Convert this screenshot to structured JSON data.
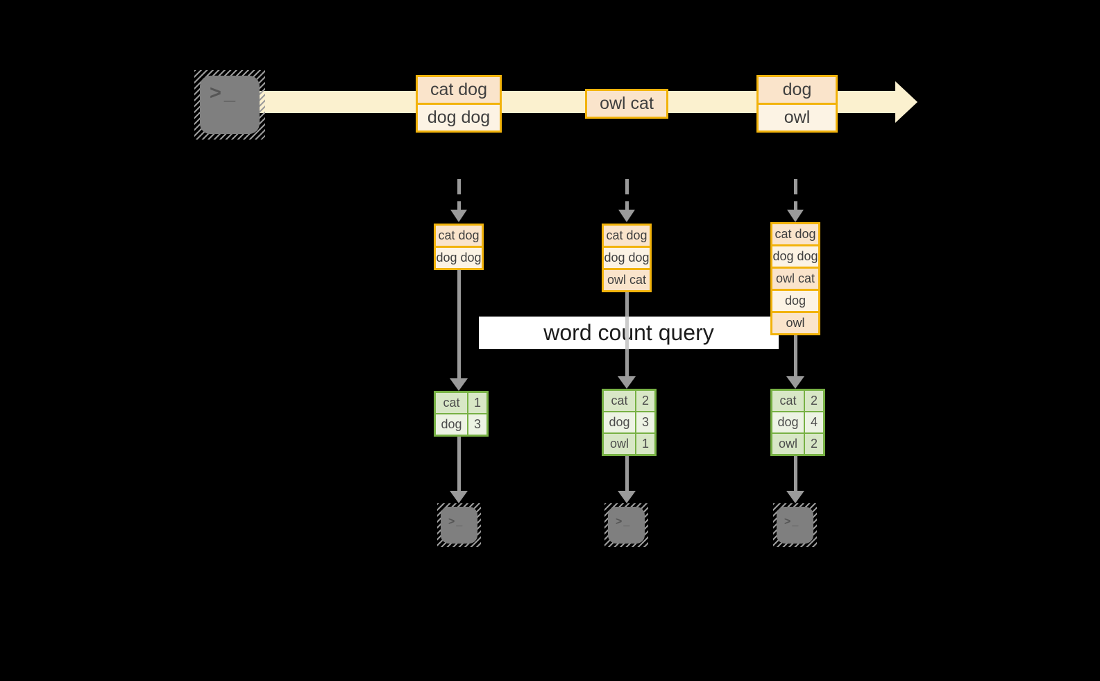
{
  "banner": {
    "label": "word count query"
  },
  "terminals": {
    "source_glyph": ">_",
    "sink_glyph": ">_"
  },
  "stream": {
    "events": [
      {
        "rows": [
          "cat dog",
          "dog dog"
        ]
      },
      {
        "rows": [
          "owl cat"
        ]
      },
      {
        "rows": [
          "dog",
          "owl"
        ]
      }
    ]
  },
  "columns": [
    {
      "buffer": [
        "cat dog",
        "dog dog"
      ],
      "counts": [
        {
          "word": "cat",
          "count": "1"
        },
        {
          "word": "dog",
          "count": "3"
        }
      ]
    },
    {
      "buffer": [
        "cat dog",
        "dog dog",
        "owl cat"
      ],
      "counts": [
        {
          "word": "cat",
          "count": "2"
        },
        {
          "word": "dog",
          "count": "3"
        },
        {
          "word": "owl",
          "count": "1"
        }
      ]
    },
    {
      "buffer": [
        "cat dog",
        "dog dog",
        "owl cat",
        "dog",
        "owl"
      ],
      "counts": [
        {
          "word": "cat",
          "count": "2"
        },
        {
          "word": "dog",
          "count": "4"
        },
        {
          "word": "owl",
          "count": "2"
        }
      ]
    }
  ],
  "colors": {
    "gold_border": "#F2B30B",
    "peach_fill": "#FAE4CB",
    "cream_fill": "#FCF3E4",
    "stream_fill": "#FBF1CF",
    "arrow_gray": "#9A9A9A",
    "terminal_gray": "#7F7F7F",
    "green_border": "#77B144",
    "green_dark": "#D8E7C6",
    "green_light": "#EDF3E4",
    "banner_bg": "#FFFFFF"
  }
}
